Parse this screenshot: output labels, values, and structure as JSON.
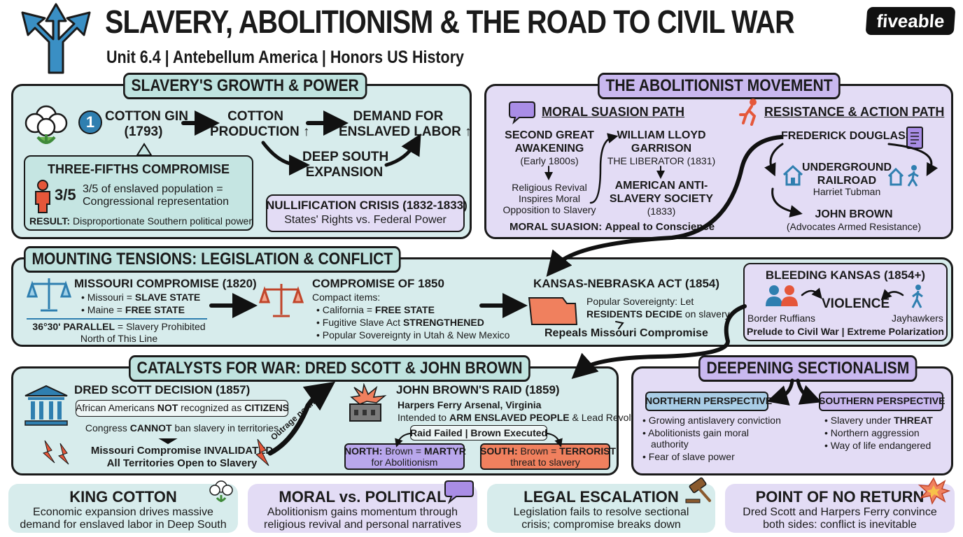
{
  "header": {
    "title": "SLAVERY, ABOLITIONISM & THE ROAD TO CIVIL WAR",
    "subtitle": "Unit 6.4 | Antebellum America | Honors US History",
    "logo": "fiveable",
    "icon": "crossroads-arrows-icon"
  },
  "growth": {
    "title": "SLAVERY'S GROWTH & POWER",
    "step_num": "1",
    "cotton_gin": "COTTON GIN",
    "cotton_gin_year": "(1793)",
    "cotton_prod": "COTTON",
    "cotton_prod2": "PRODUCTION ↑",
    "demand": "DEMAND FOR",
    "demand2": "ENSLAVED LABOR ↑",
    "deep_south": "DEEP SOUTH",
    "deep_south2": "EXPANSION",
    "three_fifths_title": "THREE-FIFTHS COMPROMISE",
    "three_fifths_num": "3/5",
    "three_fifths_desc1": "3/5 of enslaved population =",
    "three_fifths_desc2": "Congressional representation",
    "result_label": "RESULT:",
    "result_text": "Disproportionate Southern political power",
    "nullification_title": "NULLIFICATION CRISIS (1832-1833)",
    "nullification_desc": "States' Rights vs. Federal Power"
  },
  "abolition": {
    "title": "THE ABOLITIONIST MOVEMENT",
    "moral_path": "MORAL SUASION PATH",
    "resistance_path": "RESISTANCE & ACTION PATH",
    "awakening1": "SECOND GREAT",
    "awakening2": "AWAKENING",
    "awakening_date": "(Early 1800s)",
    "revival1": "Religious Revival",
    "revival2": "Inspires Moral",
    "revival3": "Opposition to Slavery",
    "garrison1": "WILLIAM LLOYD",
    "garrison2": "GARRISON",
    "liberator": "THE LIBERATOR (1831)",
    "aas1": "AMERICAN ANTI-",
    "aas2": "SLAVERY SOCIETY",
    "aas_year": "(1833)",
    "moral_footer_label": "MORAL SUASION:",
    "moral_footer_text": "Appeal to Conscience",
    "douglass": "FREDERICK DOUGLASS",
    "ugrr1": "UNDERGROUND",
    "ugrr2": "RAILROAD",
    "tubman": "Harriet Tubman",
    "john_brown": "JOHN BROWN",
    "john_brown_desc": "(Advocates Armed Resistance)"
  },
  "tensions": {
    "title": "MOUNTING TENSIONS: LEGISLATION & CONFLICT",
    "mc_title": "MISSOURI COMPROMISE (1820)",
    "mc_b1_pre": "• Missouri = ",
    "mc_b1_bold": "SLAVE STATE",
    "mc_b2_pre": "• Maine = ",
    "mc_b2_bold": "FREE STATE",
    "parallel_bold": "36°30' PARALLEL",
    "parallel_rest": "= Slavery Prohibited",
    "parallel_line2": "North of This Line",
    "c1850_title": "COMPROMISE OF 1850",
    "c1850_sub": "Compact items:",
    "c1850_b1_pre": "• California = ",
    "c1850_b1_bold": "FREE STATE",
    "c1850_b2_pre": "• Fugitive Slave Act ",
    "c1850_b2_bold": "STRENGTHENED",
    "c1850_b3": "• Popular Sovereignty in Utah & New Mexico",
    "kn_title": "KANSAS-NEBRASKA ACT (1854)",
    "kn_ps1": "Popular Sovereignty: Let",
    "kn_ps_bold": "RESIDENTS DECIDE",
    "kn_ps_rest": " on slavery",
    "kn_repeal": "Repeals Missouri Compromise",
    "bk_title": "BLEEDING KANSAS (1854+)",
    "bk_violence": "VIOLENCE",
    "bk_left": "Border Ruffians",
    "bk_right": "Jayhawkers",
    "bk_footer": "Prelude to Civil War | Extreme Polarization"
  },
  "catalysts": {
    "title": "CATALYSTS FOR WAR: DRED SCOTT & JOHN BROWN",
    "ds_title": "DRED SCOTT DECISION (1857)",
    "ds_b1_pre": "African Americans ",
    "ds_b1_not": "NOT",
    "ds_b1_mid": " recognized as ",
    "ds_b1_cit": "CITIZENS",
    "ds_b2_pre": "Congress ",
    "ds_b2_bold": "CANNOT",
    "ds_b2_rest": " ban slavery in territories",
    "ds_inv1": "Missouri Compromise INVALIDATED",
    "ds_inv2": "All Territories Open to Slavery",
    "outrage": "Outrage northward",
    "jb_title": "JOHN BROWN'S RAID (1859)",
    "jb_place": "Harpers Ferry Arsenal, Virginia",
    "jb_int_pre": "Intended to ",
    "jb_int_bold": "ARM ENSLAVED PEOPLE",
    "jb_int_rest": " & Lead Revolt",
    "jb_result": "Raid Failed | Brown Executed",
    "north_label": "NORTH:",
    "north_text": " Brown = ",
    "north_bold": "MARTYR",
    "north_line2": "for Abolitionism",
    "south_label": "SOUTH:",
    "south_text": " Brown = ",
    "south_bold": "TERRORIST",
    "south_line2": "threat to slavery"
  },
  "sectionalism": {
    "title": "DEEPENING SECTIONALISM",
    "north_title": "NORTHERN PERSPECTIVE",
    "north_items": [
      "• Growing antislavery conviction",
      "• Abolitionists gain moral",
      "authority",
      "• Fear of slave power"
    ],
    "south_title": "SOUTHERN PERSPECTIVE",
    "south_b1_pre": "• Slavery under ",
    "south_b1_bold": "THREAT",
    "south_items": [
      "• Northern aggression",
      "• Way of life endangered"
    ]
  },
  "bottom": [
    {
      "title": "KING COTTON",
      "l1": "Economic expansion drives massive",
      "l2": "demand for enslaved labor in Deep South",
      "icon": "cotton-icon"
    },
    {
      "title": "MORAL vs. POLITICAL",
      "l1": "Abolitionism gains momentum through",
      "l2": "religious revival and personal narratives",
      "icon": "speech-bubble-icon"
    },
    {
      "title": "LEGAL ESCALATION",
      "l1": "Legislation fails to resolve sectional",
      "l2": "crisis; compromise breaks down",
      "icon": "gavel-icon"
    },
    {
      "title": "POINT OF NO RETURN",
      "l1": "Dred Scott and Harpers Ferry convince",
      "l2": "both sides: conflict is inevitable",
      "icon": "explosion-icon"
    }
  ],
  "colors": {
    "teal_bg": "#d7ecec",
    "lavender_bg": "#e3dcf5",
    "teal_title": "#bfe3df",
    "lavender_title": "#c9b8ef",
    "accent_blue": "#2f7fb0",
    "accent_red": "#e5573a",
    "north_box": "#b9a7ec",
    "south_box": "#f0805e"
  }
}
